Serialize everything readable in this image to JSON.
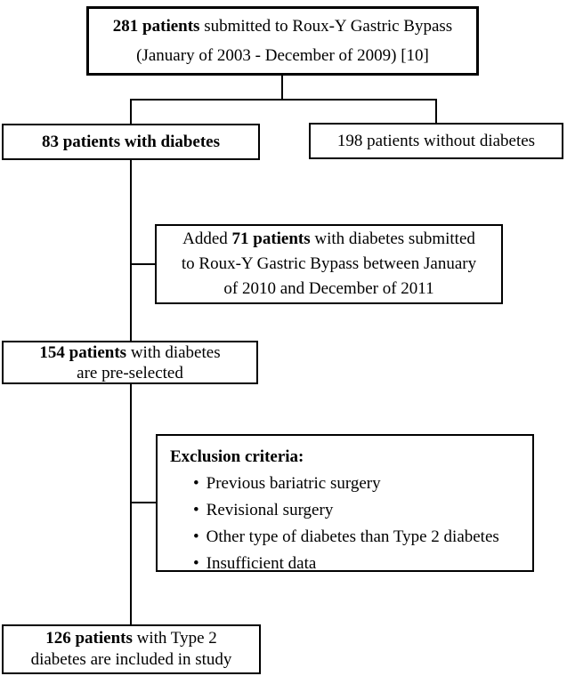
{
  "figure": {
    "background": "#ffffff",
    "line_color": "#000000"
  },
  "boxes": {
    "total": {
      "line1_bold": "281 patients",
      "line1_rest": " submitted to Roux-Y Gastric Bypass",
      "line2": "(January of 2003 - December of 2009) [10]"
    },
    "with_diabetes": {
      "label": "83 patients with diabetes"
    },
    "without_diabetes": {
      "label": "198 patients without diabetes"
    },
    "added": {
      "line1_pre": "Added ",
      "line1_bold": "71 patients",
      "line1_post": " with diabetes submitted",
      "line2": "to Roux-Y Gastric Bypass between January",
      "line3": "of 2010 and December of 2011"
    },
    "preselected": {
      "line1_bold": "154 patients",
      "line1_rest": " with diabetes",
      "line2": "are pre-selected"
    },
    "exclusion": {
      "title": "Exclusion criteria:",
      "bullet": "•",
      "items": [
        "Previous bariatric surgery",
        "Revisional surgery",
        "Other type of diabetes than Type 2 diabetes",
        "Insufficient data"
      ]
    },
    "included": {
      "line1_bold": "126 patients",
      "line1_rest": " with Type 2",
      "line2": "diabetes are included in study"
    }
  }
}
